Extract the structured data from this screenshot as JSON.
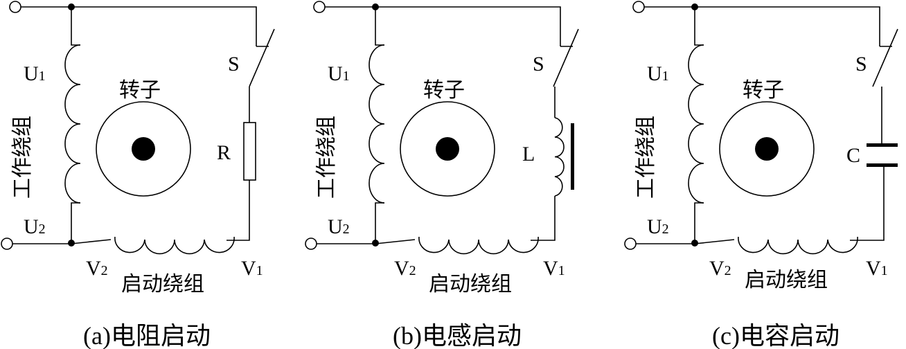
{
  "colors": {
    "line": "#000000",
    "background": "#ffffff"
  },
  "panels": [
    {
      "caption": "(a)电阻启动",
      "working_winding": "工作绕组",
      "starting_winding": "启动绕组",
      "rotor": "转子",
      "switch": "S",
      "component": "R",
      "component_type": "resistor",
      "u1": {
        "main": "U",
        "sub": "1"
      },
      "u2": {
        "main": "U",
        "sub": "2"
      },
      "v1": {
        "main": "V",
        "sub": "1"
      },
      "v2": {
        "main": "V",
        "sub": "2"
      }
    },
    {
      "caption": "(b)电感启动",
      "working_winding": "工作绕组",
      "starting_winding": "启动绕组",
      "rotor": "转子",
      "switch": "S",
      "component": "L",
      "component_type": "inductor",
      "u1": {
        "main": "U",
        "sub": "1"
      },
      "u2": {
        "main": "U",
        "sub": "2"
      },
      "v1": {
        "main": "V",
        "sub": "1"
      },
      "v2": {
        "main": "V",
        "sub": "2"
      }
    },
    {
      "caption": "(c)电容启动",
      "working_winding": "工作绕组",
      "starting_winding": "启动绕组",
      "rotor": "转子",
      "switch": "S",
      "component": "C",
      "component_type": "capacitor",
      "u1": {
        "main": "U",
        "sub": "1"
      },
      "u2": {
        "main": "U",
        "sub": "2"
      },
      "v1": {
        "main": "V",
        "sub": "1"
      },
      "v2": {
        "main": "V",
        "sub": "2"
      }
    }
  ]
}
